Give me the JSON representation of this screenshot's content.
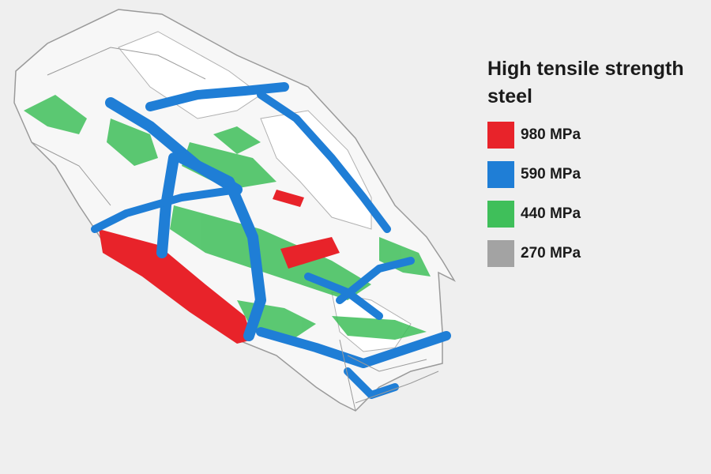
{
  "legend": {
    "title_line1": "High tensile strength",
    "title_line2": "steel",
    "items": [
      {
        "label": "980 MPa",
        "color": "#e8232a"
      },
      {
        "label": "590 MPa",
        "color": "#1f7ed6"
      },
      {
        "label": "440 MPa",
        "color": "#3fbf5a"
      },
      {
        "label": "270 MPa",
        "color": "#a3a3a3"
      }
    ]
  },
  "colors": {
    "background": "#efefef",
    "body_frame": "#f7f7f7",
    "body_outline": "#9a9a9a"
  }
}
